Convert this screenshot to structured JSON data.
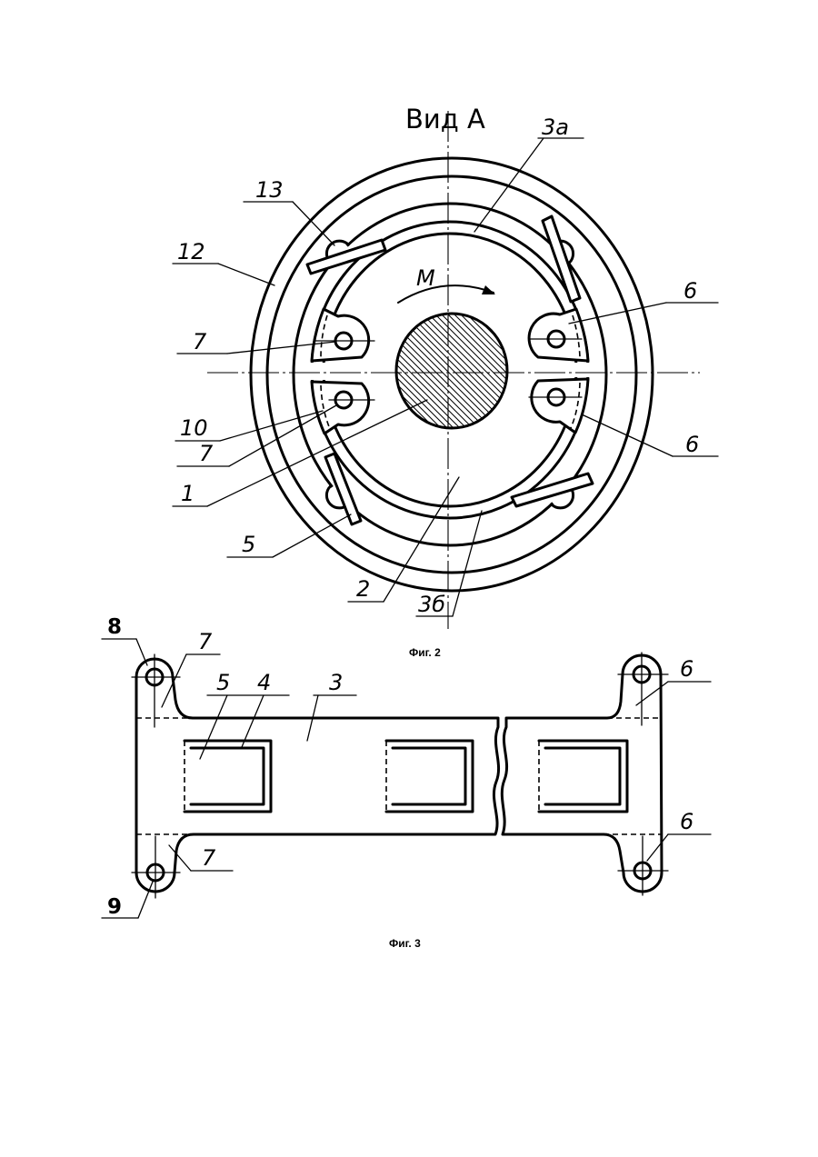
{
  "figure2": {
    "view_title": "Вид А",
    "rotation_label": "М",
    "callouts": [
      "3а",
      "13",
      "12",
      "6",
      "7",
      "10",
      "7",
      "6",
      "1",
      "5",
      "2",
      "3б"
    ],
    "caption": "Фиг. 2"
  },
  "figure3": {
    "callouts": [
      "8",
      "7",
      "5",
      "4",
      "3",
      "6",
      "6",
      "7",
      "9"
    ],
    "caption": "Фиг. 3"
  }
}
